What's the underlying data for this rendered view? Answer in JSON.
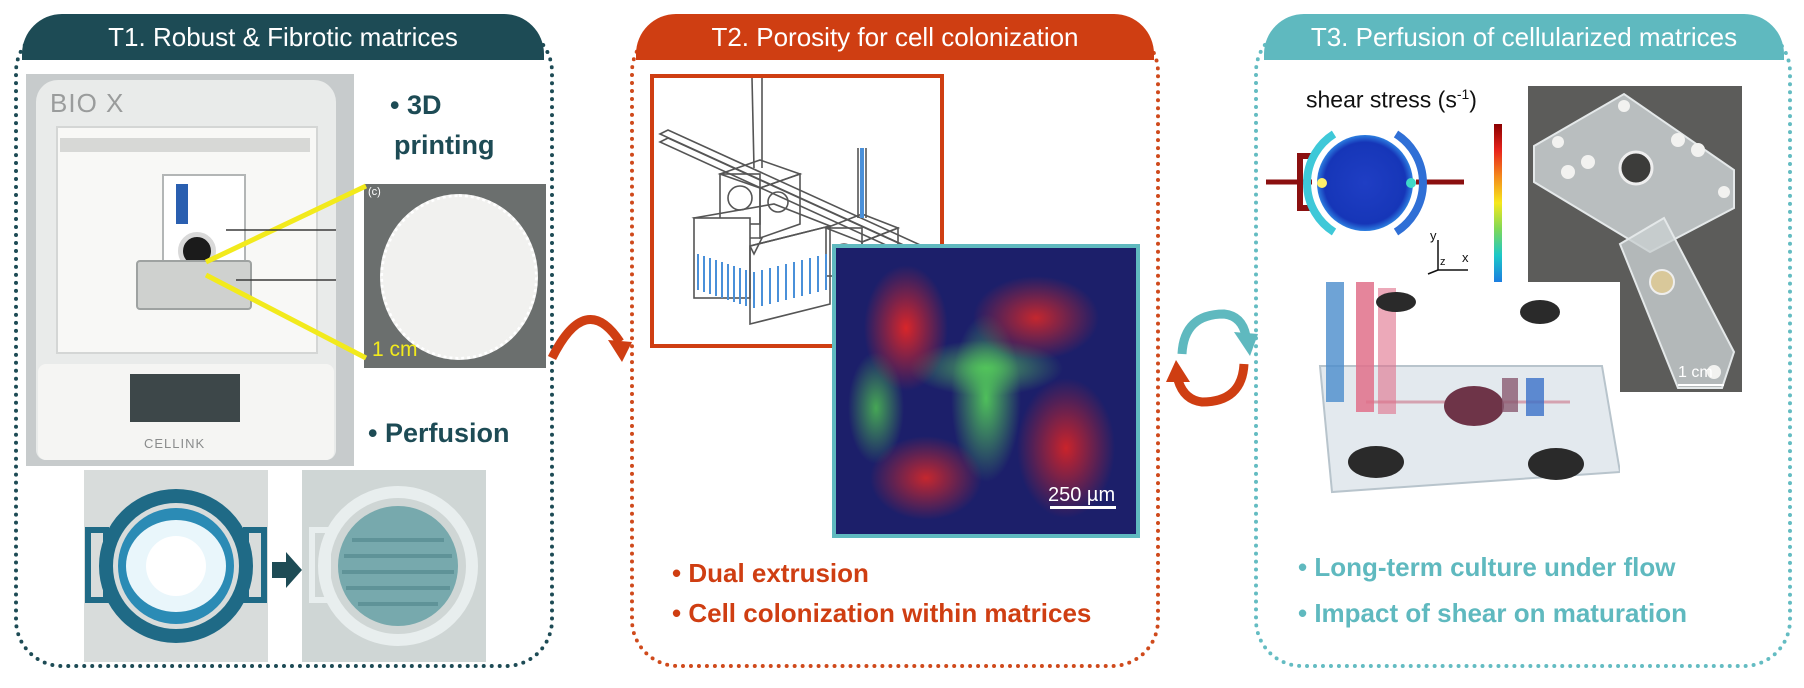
{
  "panels": {
    "t1": {
      "title": "T1. Robust & Fibrotic matrices",
      "bullet_3d_line1": "• 3D",
      "bullet_3d_line2": "printing",
      "bullet_perfusion": "• Perfusion",
      "printer_brand": "BIO X",
      "printer_footer": "CELLINK",
      "photo_tag": "(c)",
      "scale_label": "1 cm"
    },
    "t2": {
      "title": "T2. Porosity for cell colonization",
      "bullet_dual": "• Dual extrusion",
      "bullet_colonization": "• Cell colonization within matrices",
      "scale_label": "250 µm"
    },
    "t3": {
      "title": "T3. Perfusion of cellularized matrices",
      "shear_label_base": "shear stress (s",
      "shear_label_sup": "-1",
      "shear_label_end": ")",
      "axis_y": "y",
      "axis_z": "z",
      "axis_x": "x",
      "scale_label_chip": "1 cm",
      "scale_label_device": "1 cm",
      "bullet_culture": "• Long-term culture under flow",
      "bullet_shear": "• Impact of shear on maturation"
    }
  },
  "colors": {
    "t1": "#1d4b55",
    "t2": "#cf3e12",
    "t3": "#5fb9bf",
    "highlight": "#f2ea1c"
  }
}
